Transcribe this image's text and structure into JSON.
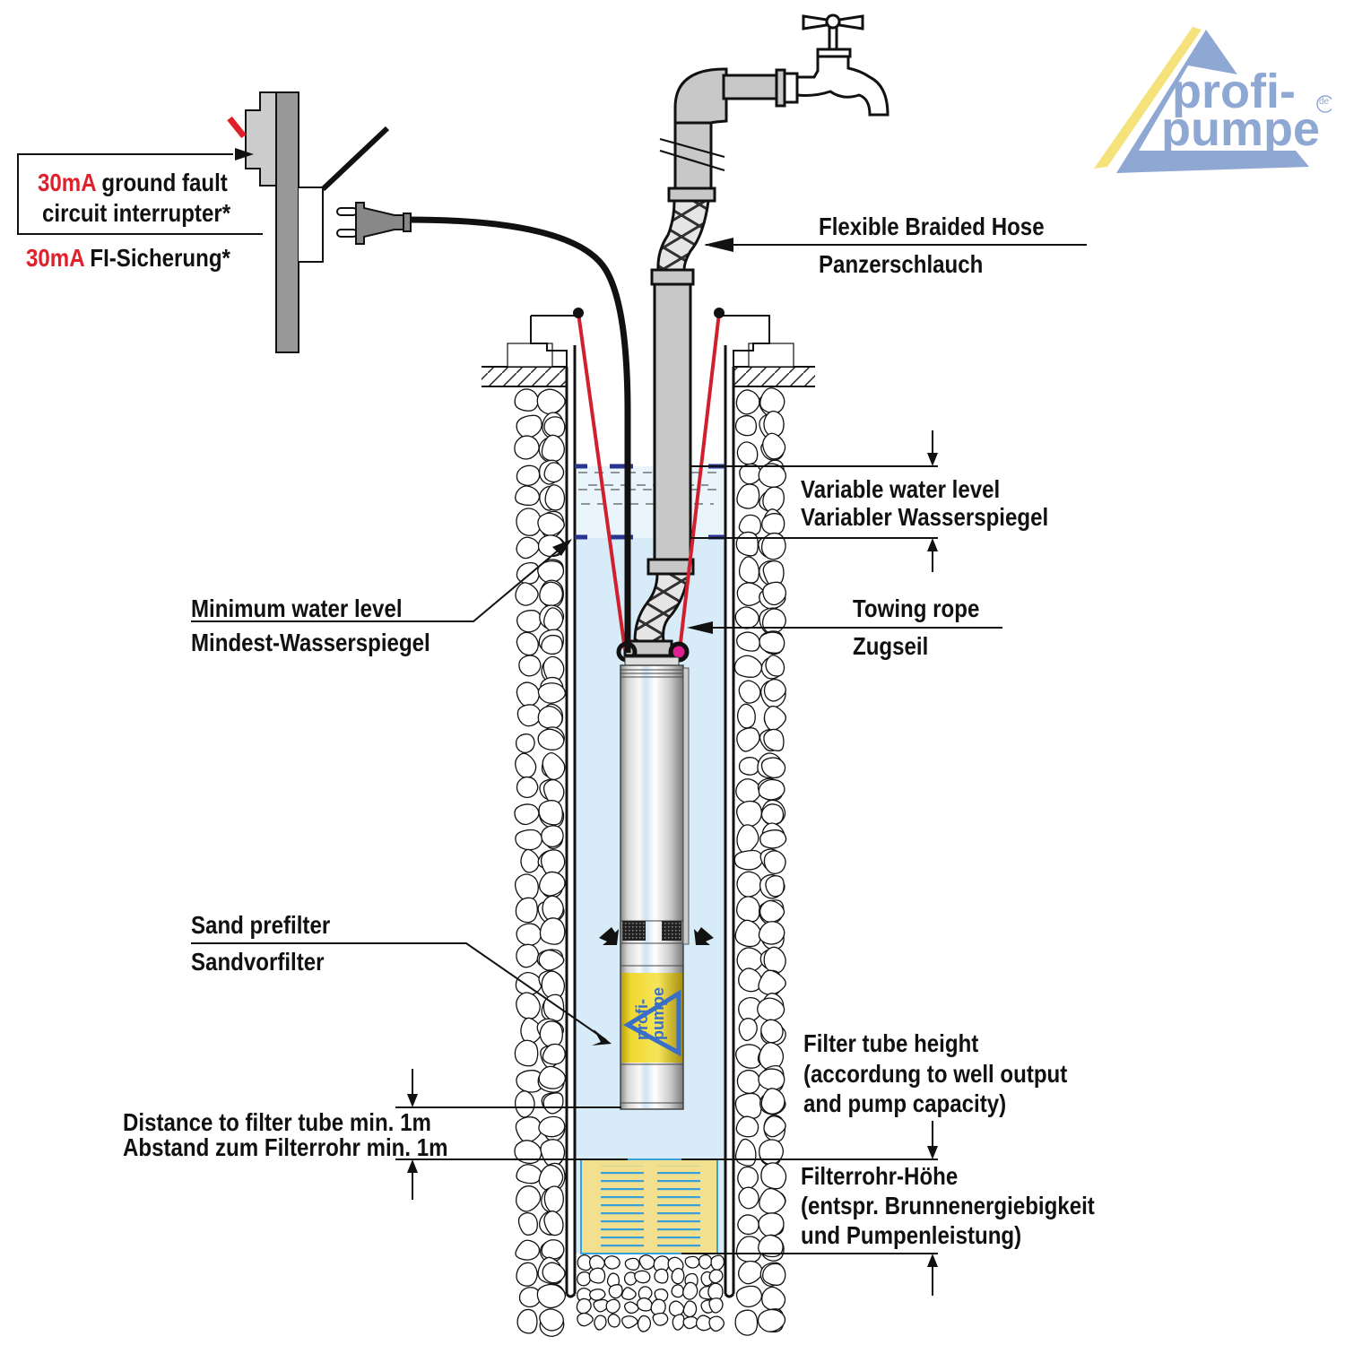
{
  "title": "Submersible well pump installation diagram",
  "logo": {
    "line1": "profi-",
    "line2": "pumpe",
    "suffix": "de",
    "colors": {
      "blue": "#8ea7d3",
      "yellow": "#f5e27a"
    }
  },
  "labels": {
    "gfci": {
      "en_prefix": "30mA",
      "en_rest_line1": " ground fault",
      "en_line2": "circuit interrupter*",
      "de_prefix": "30mA",
      "de_rest": " FI-Sicherung*"
    },
    "hose": {
      "en": "Flexible Braided Hose",
      "de": "Panzerschlauch"
    },
    "variable_level": {
      "en": "Variable water level",
      "de": "Variabler Wasserspiegel"
    },
    "minimum_level": {
      "en": "Minimum water level",
      "de": "Mindest-Wasserspiegel"
    },
    "towing_rope": {
      "en": "Towing rope",
      "de": "Zugseil"
    },
    "sand_prefilter": {
      "en": "Sand prefilter",
      "de": "Sandvorfilter"
    },
    "filter_tube_height": {
      "en_lines": [
        "Filter tube height",
        "(accordung to well output",
        "and pump capacity)"
      ],
      "de_lines": [
        "Filterrohr-Höhe",
        "(entspr. Brunnenergiebigkeit",
        "und Pumpenleistung)"
      ]
    },
    "distance": {
      "en": "Distance to filter tube min. 1m",
      "de": "Abstand zum Filterrohr min. 1m"
    }
  },
  "pump_logo": {
    "line1": "profi-",
    "line2": "pumpe"
  },
  "colors": {
    "accent_red": "#e0202a",
    "rope_red": "#d0202e",
    "water": "#d7ebf8",
    "water_light": "#eaf4fb",
    "pipe_gray": "#c8c8c8",
    "filter_yellow": "#f3e08e",
    "filter_slots": "#3aa0d8",
    "level_dash": "#2a3590",
    "pump_band": "#f0d830"
  }
}
